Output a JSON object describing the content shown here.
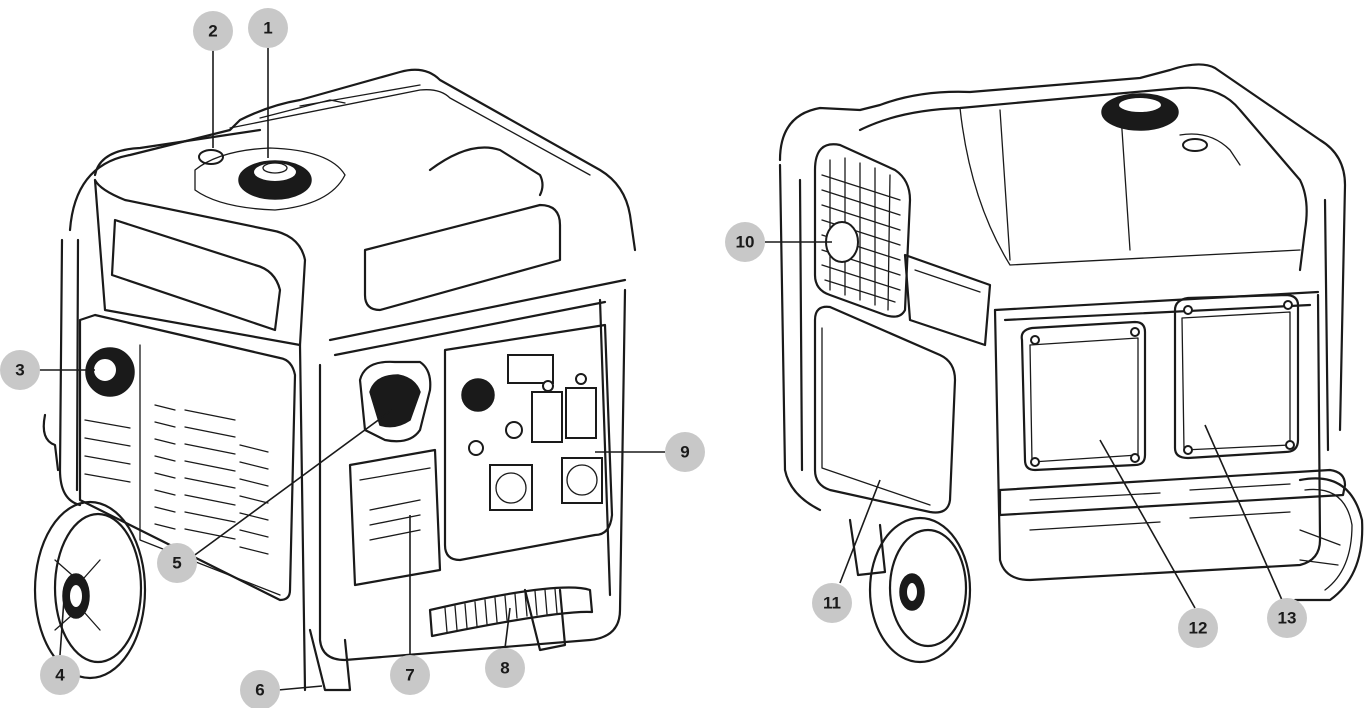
{
  "callouts": {
    "c1": "1",
    "c2": "2",
    "c3": "3",
    "c4": "4",
    "c5": "5",
    "c6": "6",
    "c7": "7",
    "c8": "8",
    "c9": "9",
    "c10": "10",
    "c11": "11",
    "c12": "12",
    "c13": "13"
  },
  "colors": {
    "callout_fill": "#c8c8c8",
    "line": "#1a1a1a",
    "background": "#ffffff"
  }
}
